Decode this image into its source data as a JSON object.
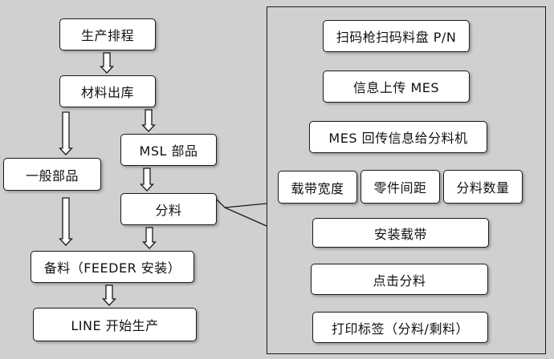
{
  "left_flow": {
    "production_schedule": "生产排程",
    "material_outbound": "材料出库",
    "general_parts": "一般部品",
    "msl_parts": "MSL 部品",
    "split_material": "分料",
    "prepare_feeder": "备料（FEEDER 安装）",
    "line_start": "LINE 开始生产"
  },
  "detail_flow": {
    "scan_reel_pn": "扫码枪扫码料盘 P/N",
    "upload_mes": "信息上传 MES",
    "mes_return": "MES 回传信息给分料机",
    "tape_width": "载带宽度",
    "part_pitch": "零件间距",
    "split_quantity": "分料数量",
    "install_tape": "安装载带",
    "click_split": "点击分料",
    "print_label": "打印标签（分料/剩料）"
  },
  "colors": {
    "background": "#d0d0d0",
    "box_fill": "#ffffff",
    "stroke": "#1a1a1a"
  }
}
